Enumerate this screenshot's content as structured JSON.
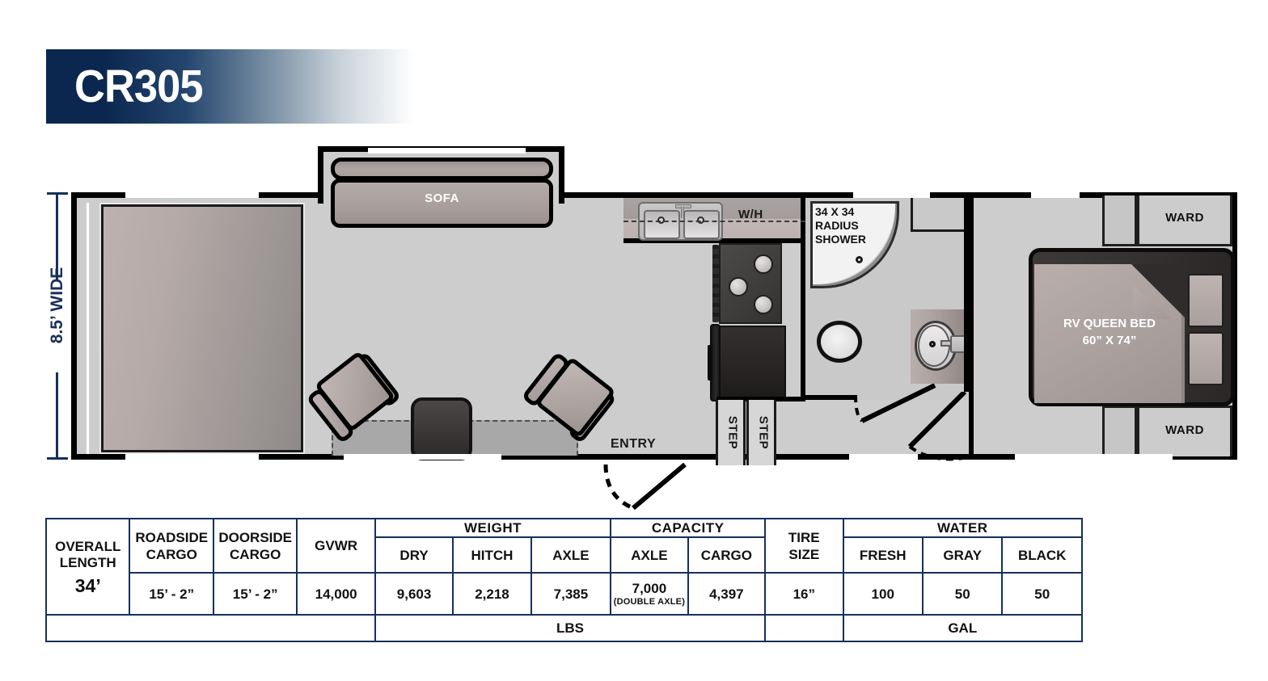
{
  "title": "CR305",
  "dimensions": {
    "width_label": "8.5’ WIDE"
  },
  "floorplan": {
    "labels": {
      "sofa": "SOFA",
      "water_heater": "W/H",
      "shower": "34 X 34\nRADIUS\nSHOWER",
      "shower_line_1": "34 X 34",
      "shower_line_2": "RADIUS",
      "shower_line_3": "SHOWER",
      "step_1": "STEP",
      "step_2": "STEP",
      "entry": "ENTRY",
      "bed_line_1": "RV QUEEN BED",
      "bed_line_2": "60” X 74”",
      "ward_top": "WARD",
      "ward_bottom": "WARD"
    },
    "colors": {
      "wall": "#000000",
      "floor": "#cdcdcd",
      "navy": "#0e2a50",
      "furniture": "#aca2a0"
    }
  },
  "spec_table": {
    "overall_length": {
      "label_line_1": "OVERALL",
      "label_line_2": "LENGTH",
      "value": "34’"
    },
    "groups": {
      "weight": "WEIGHT",
      "capacity": "CAPACITY",
      "water": "WATER"
    },
    "columns": [
      {
        "header_line_1": "ROADSIDE",
        "header_line_2": "CARGO",
        "value": "15’ - 2”"
      },
      {
        "header_line_1": "DOORSIDE",
        "header_line_2": "CARGO",
        "value": "15’ - 2”"
      },
      {
        "header_line_1": "GVWR",
        "header_line_2": "",
        "value": "14,000"
      }
    ],
    "weight": [
      {
        "header": "DRY",
        "value": "9,603"
      },
      {
        "header": "HITCH",
        "value": "2,218"
      },
      {
        "header": "AXLE",
        "value": "7,385"
      }
    ],
    "capacity": [
      {
        "header": "AXLE",
        "value": "7,000",
        "note": "(DOUBLE AXLE)"
      },
      {
        "header": "CARGO",
        "value": "4,397",
        "note": ""
      }
    ],
    "tire_size": {
      "header_line_1": "TIRE",
      "header_line_2": "SIZE",
      "value": "16”"
    },
    "water": [
      {
        "header": "FRESH",
        "value": "100"
      },
      {
        "header": "GRAY",
        "value": "50"
      },
      {
        "header": "BLACK",
        "value": "50"
      }
    ],
    "units": {
      "lbs": "LBS",
      "gal": "GAL"
    }
  }
}
